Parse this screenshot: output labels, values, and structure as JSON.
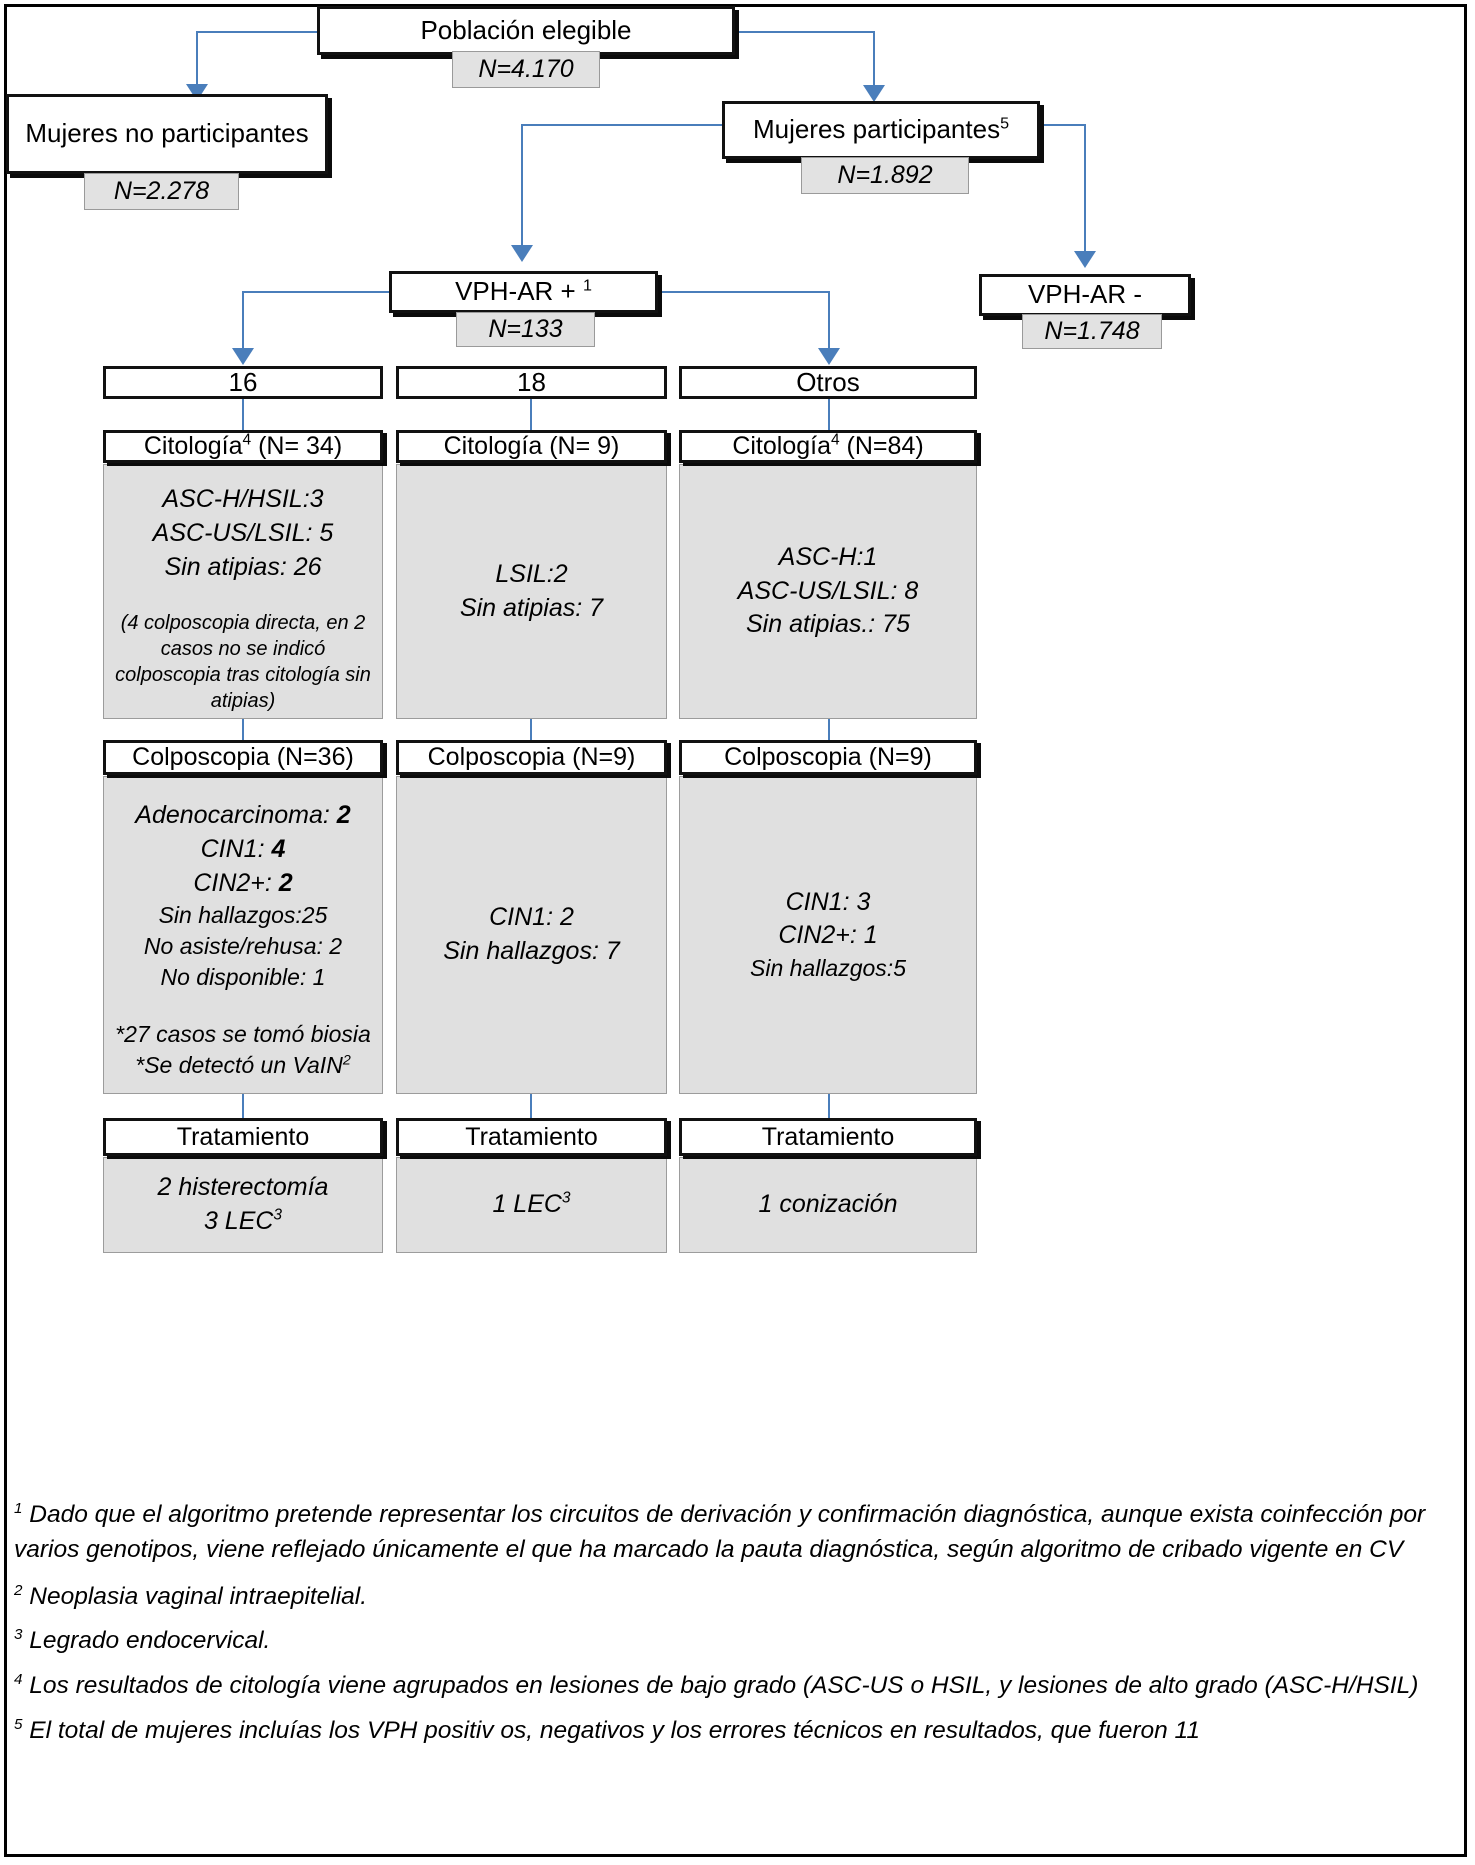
{
  "flow": {
    "root": {
      "label": "Población elegible",
      "n": "N=4.170"
    },
    "non_participants": {
      "label": "Mujeres no participantes",
      "n": "N=2.278"
    },
    "participants": {
      "label": "Mujeres participantes",
      "sup": "5",
      "n": "N=1.892"
    },
    "hpv_positive": {
      "label": "VPH-AR + ",
      "sup": "1",
      "n": "N=133"
    },
    "hpv_negative": {
      "label": "VPH-AR -",
      "n": "N=1.748"
    },
    "genotypes": [
      {
        "label": "16"
      },
      {
        "label": "18"
      },
      {
        "label": "Otros"
      }
    ]
  },
  "columns": [
    {
      "key": "g16",
      "cytology": {
        "title": "Citología",
        "title_sup": "4",
        "title_suffix": " (N= 34)",
        "lines": [
          "ASC-H/HSIL:3",
          "ASC-US/LSIL: 5",
          "Sin atipias: 26"
        ],
        "note": "(4 colposcopia directa, en 2 casos no se indicó colposcopia  tras citología sin atipias)"
      },
      "colposcopy": {
        "title": "Colposcopia (N=36)",
        "lines": [
          {
            "text": "Adenocarcinoma: ",
            "bold_value": "2"
          },
          {
            "text": "CIN1: ",
            "bold_value": "4"
          },
          {
            "text": "CIN2+: ",
            "bold_value": "2"
          }
        ],
        "sub_lines": [
          "Sin hallazgos:25",
          "No asiste/rehusa: 2",
          "No disponible: 1"
        ],
        "notes": [
          "*27 casos se tomó biosia",
          "*Se detectó un VaIN"
        ],
        "notes_sup": "2"
      },
      "treatment": {
        "title": "Tratamiento",
        "lines": [
          "2 histerectomía",
          "3 LEC"
        ],
        "lines_sup": "3"
      }
    },
    {
      "key": "g18",
      "cytology": {
        "title": "Citología",
        "title_sup": "",
        "title_suffix": " (N= 9)",
        "lines": [
          "LSIL:2",
          "Sin atipias: 7"
        ],
        "note": ""
      },
      "colposcopy": {
        "title": "Colposcopia (N=9)",
        "lines": [],
        "sub_lines": [],
        "plain_lines": [
          "CIN1: 2",
          "Sin hallazgos: 7"
        ],
        "notes": [],
        "notes_sup": ""
      },
      "treatment": {
        "title": "Tratamiento",
        "lines": [
          "1 LEC"
        ],
        "lines_sup": "3"
      }
    },
    {
      "key": "otros",
      "cytology": {
        "title": "Citología",
        "title_sup": "4",
        "title_suffix": " (N=84)",
        "lines": [
          "ASC-H:1",
          "ASC-US/LSIL: 8",
          "Sin atipias.: 75"
        ],
        "note": ""
      },
      "colposcopy": {
        "title": "Colposcopia (N=9)",
        "lines": [],
        "sub_lines": [],
        "plain_lines": [
          "CIN1: 3",
          "CIN2+: 1"
        ],
        "small_lines": [
          "Sin hallazgos:5"
        ],
        "notes": [],
        "notes_sup": ""
      },
      "treatment": {
        "title": "Tratamiento",
        "lines": [
          "1 conización"
        ],
        "lines_sup": ""
      }
    }
  ],
  "footnotes": [
    {
      "num": "1",
      "text": "Dado que el algoritmo pretende representar los circuitos de derivación y confirmación diagnóstica, aunque exista coinfección por varios genotipos, viene reflejado únicamente el que ha marcado la pauta diagnóstica, según algoritmo de cribado vigente en CV"
    },
    {
      "num": "2",
      "text": "Neoplasia vaginal intraepitelial."
    },
    {
      "num": "3",
      "text": "Legrado endocervical."
    },
    {
      "num": "4",
      "text": "Los resultados de citología viene agrupados en lesiones de bajo grado (ASC-US o HSIL, y lesiones de alto grado (ASC-H/HSIL)"
    },
    {
      "num": "5",
      "text": "El total de mujeres incluías los VPH positiv os, negativos y los errores técnicos en resultados, que fueron 11"
    }
  ],
  "colors": {
    "connector": "#4a7ebb",
    "panel_bg": "#e0e0e0",
    "chip_bg": "#e2e2e2",
    "box_border": "#111111"
  }
}
